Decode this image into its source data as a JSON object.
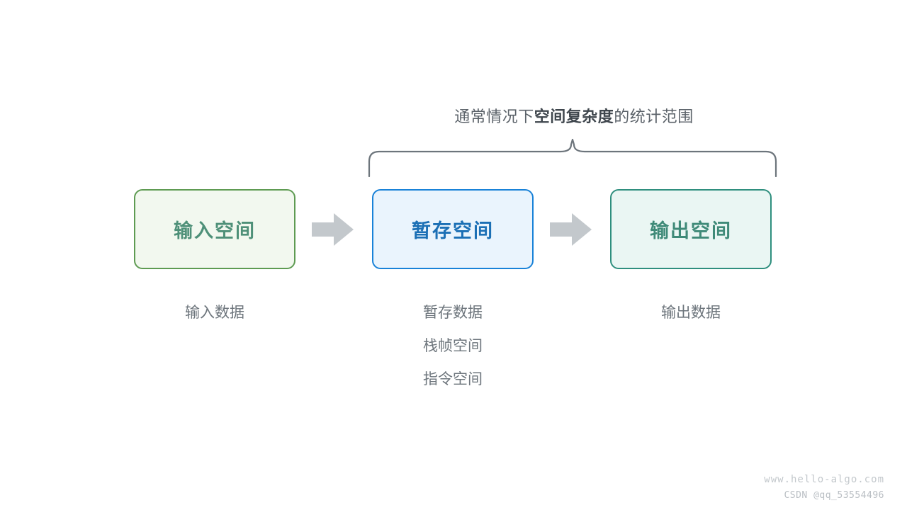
{
  "diagram": {
    "brace_caption": {
      "prefix": "通常情况下",
      "emphasis": "空间复杂度",
      "suffix": "的统计范围"
    },
    "boxes": [
      {
        "title": "输入空间",
        "border_color": "#5e9b52",
        "fill_color": "#f2f8ef",
        "text_color": "#4e9078"
      },
      {
        "title": "暂存空间",
        "border_color": "#1982d8",
        "fill_color": "#eaf4fd",
        "text_color": "#1b6fb5"
      },
      {
        "title": "输出空间",
        "border_color": "#2f8f7e",
        "fill_color": "#eaf6f3",
        "text_color": "#3f8a78"
      }
    ],
    "arrows": [
      {
        "name": "arrow-input-to-temp",
        "color": "#c3c8cc"
      },
      {
        "name": "arrow-temp-to-output",
        "color": "#c3c8cc"
      }
    ],
    "labels": {
      "input": [
        "输入数据"
      ],
      "temp": [
        "暂存数据",
        "栈帧空间",
        "指令空间"
      ],
      "output": [
        "输出数据"
      ]
    },
    "brace_color": "#6d757c"
  },
  "watermarks": {
    "site": "www.hello-algo.com",
    "csdn": "CSDN @qq_53554496"
  }
}
